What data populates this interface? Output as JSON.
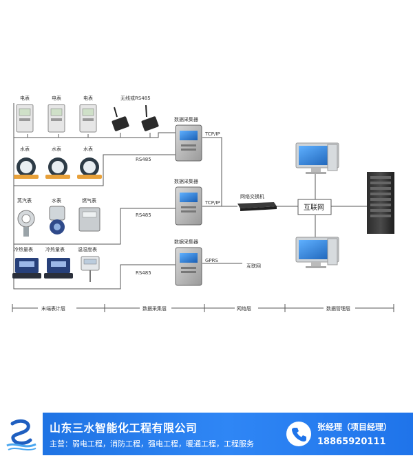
{
  "devices": {
    "meter1": "电表",
    "meter2": "电表",
    "meter3": "电表",
    "wireless": "无线或RS485",
    "water1": "水表",
    "water2": "水表",
    "water3": "水表",
    "steam": "蒸汽表",
    "water4": "水表",
    "gas": "燃气表",
    "heat1": "冷热量表",
    "heat2": "冷热量表",
    "temp_humidity": "温湿度表"
  },
  "collectors": {
    "c1_title": "数据采集器",
    "c2_title": "数据采集器",
    "c3_title": "数据采集器",
    "rs485_1": "RS485",
    "rs485_2": "RS485",
    "rs485_3": "RS485",
    "link1": "TCP/IP",
    "link2": "TCP/IP",
    "link3": "GPRS"
  },
  "network": {
    "switch": "网络交换机",
    "internet_label": "互联网",
    "internet_box": "互联网"
  },
  "layers": {
    "terminal": "末端表计层",
    "collection": "数据采集层",
    "network": "网络层",
    "management": "数据管理层"
  },
  "footer": {
    "company": "山东三水智能化工程有限公司",
    "business": "主营：弱电工程，消防工程，强电工程，暖通工程，工程服务",
    "contact": "张经理（项目经理）",
    "phone": "18865920111"
  },
  "colors": {
    "footer_bg": "#1f74ea",
    "line": "#555555",
    "water_meter": "#e8a13a",
    "screen": "#2f7fd0"
  },
  "icons": [
    "logo-icon",
    "phone-icon",
    "antenna-icon",
    "server-icon",
    "monitor-icon"
  ]
}
